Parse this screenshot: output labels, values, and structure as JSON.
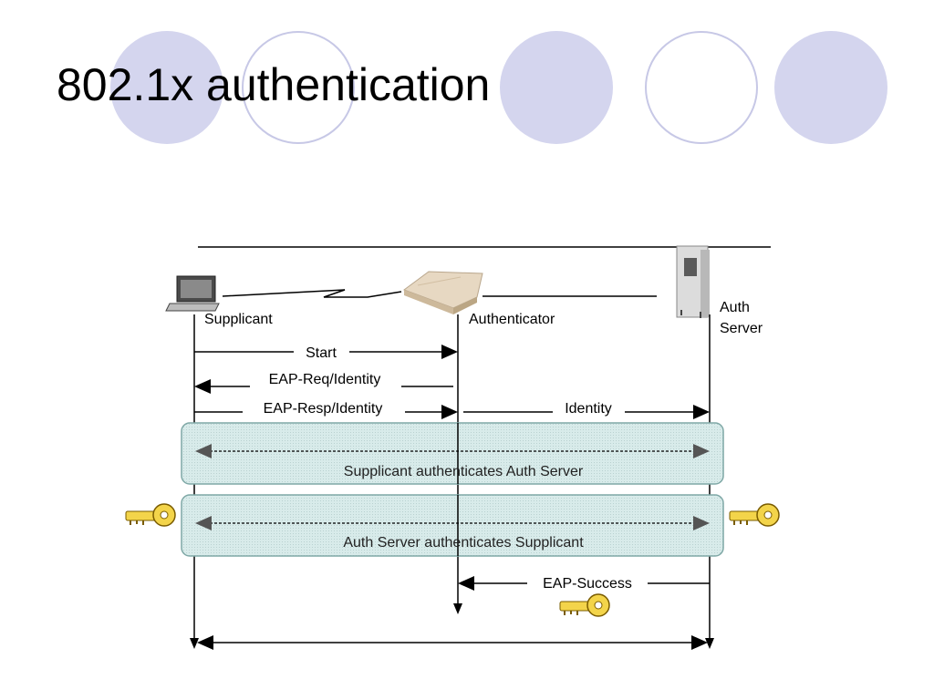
{
  "slide": {
    "title": "802.1x authentication"
  },
  "colors": {
    "circle_fill": "#d4d5ee",
    "circle_outline": "#c7c8e6",
    "band_fill": "#d8ebea",
    "band_stroke": "#7fa8a6",
    "key_fill": "#f3d44a"
  },
  "nodes": {
    "supplicant": "Supplicant",
    "authenticator": "Authenticator",
    "auth_server_line1": "Auth",
    "auth_server_line2": "Server"
  },
  "messages": {
    "start": "Start",
    "eap_req_identity": "EAP-Req/Identity",
    "eap_resp_identity": "EAP-Resp/Identity",
    "identity": "Identity",
    "band1": "Supplicant authenticates Auth Server",
    "band2": "Auth Server authenticates Supplicant",
    "eap_success": "EAP-Success"
  },
  "icons": [
    "laptop-icon",
    "access-point-icon",
    "server-tower-icon",
    "key-icon"
  ]
}
